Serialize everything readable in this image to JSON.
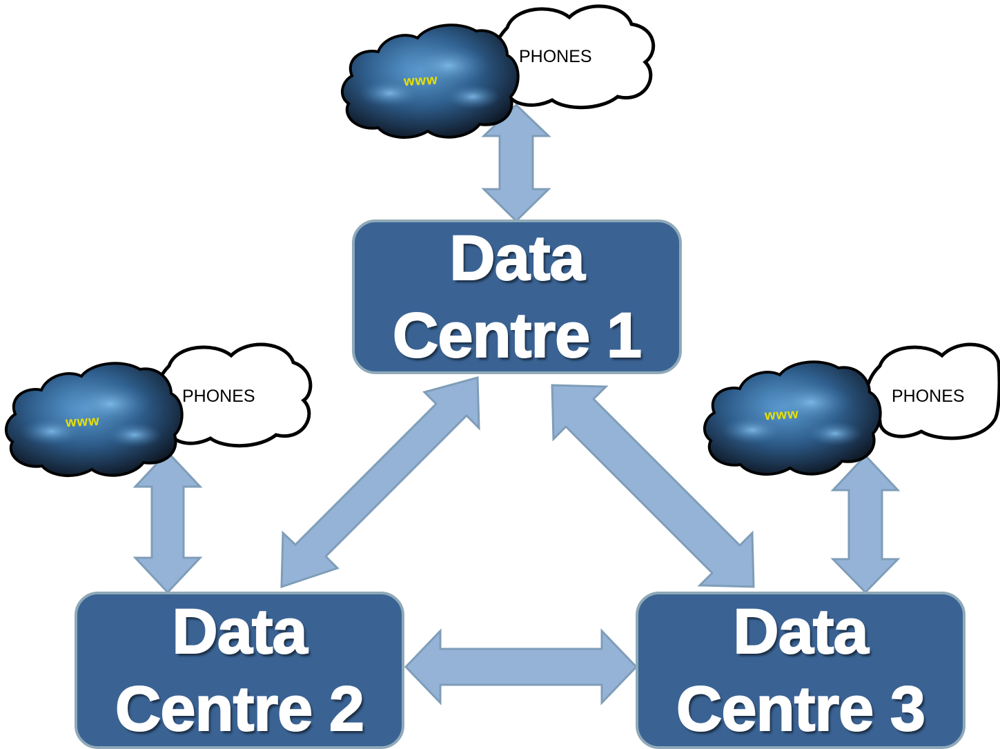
{
  "diagram": {
    "data_centres": [
      {
        "line1": "Data",
        "line2": "Centre 1"
      },
      {
        "line1": "Data",
        "line2": "Centre 2"
      },
      {
        "line1": "Data",
        "line2": "Centre 3"
      }
    ],
    "clouds": [
      {
        "www_label": "www",
        "phones_label": "PHONES"
      },
      {
        "www_label": "www",
        "phones_label": "PHONES"
      },
      {
        "www_label": "www",
        "phones_label": "PHONES"
      }
    ]
  },
  "colors": {
    "box_fill": "#3a6394",
    "box_border": "#8fa9b8",
    "arrow_fill": "#95b3d7",
    "arrow_stroke": "#7f9db8",
    "www_text": "#e8e000"
  }
}
